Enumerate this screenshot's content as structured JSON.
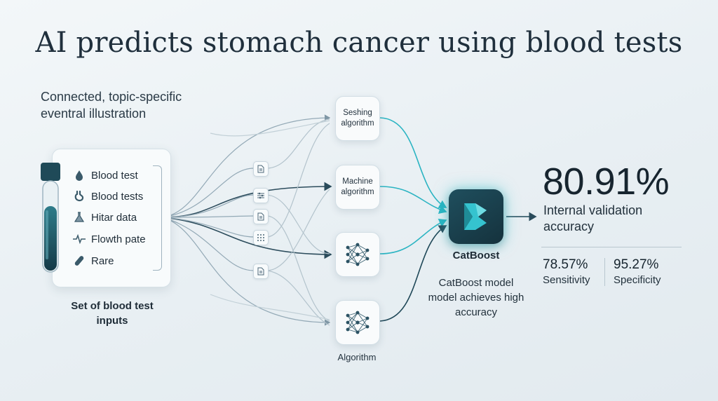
{
  "title": "AI predicts stomach cancer using blood tests",
  "subtitle": "Connected, topic-specific eventral illustration",
  "inputs": {
    "items": [
      {
        "label": "Blood test",
        "icon": "drop-icon"
      },
      {
        "label": "Blood tests",
        "icon": "stomach-icon"
      },
      {
        "label": "Hitar data",
        "icon": "flask-icon"
      },
      {
        "label": "Flowth pate",
        "icon": "pulse-icon"
      },
      {
        "label": "Rare",
        "icon": "pill-icon"
      }
    ],
    "caption": "Set of blood test inputs"
  },
  "algorithms": [
    {
      "label": "Seshing algorithm",
      "icon": ""
    },
    {
      "label": "Machine algorithm",
      "icon": ""
    },
    {
      "label": "",
      "icon": "neural-network-icon"
    },
    {
      "label": "",
      "icon": "neural-network-icon"
    }
  ],
  "algorithm_caption": "Algorithm",
  "model": {
    "name": "CatBoost",
    "description": "CatBoost model model achieves high accuracy",
    "icon": "catboost-logo-icon"
  },
  "results": {
    "accuracy_value": "80.91%",
    "accuracy_label": "Internal validation accuracy",
    "sensitivity_value": "78.57%",
    "sensitivity_label": "Sensitivity",
    "specificity_value": "95.27%",
    "specificity_label": "Specificity"
  },
  "colors": {
    "accent": "#2bb4c2",
    "dark": "#1e3440",
    "line": "#8aa3b1"
  }
}
